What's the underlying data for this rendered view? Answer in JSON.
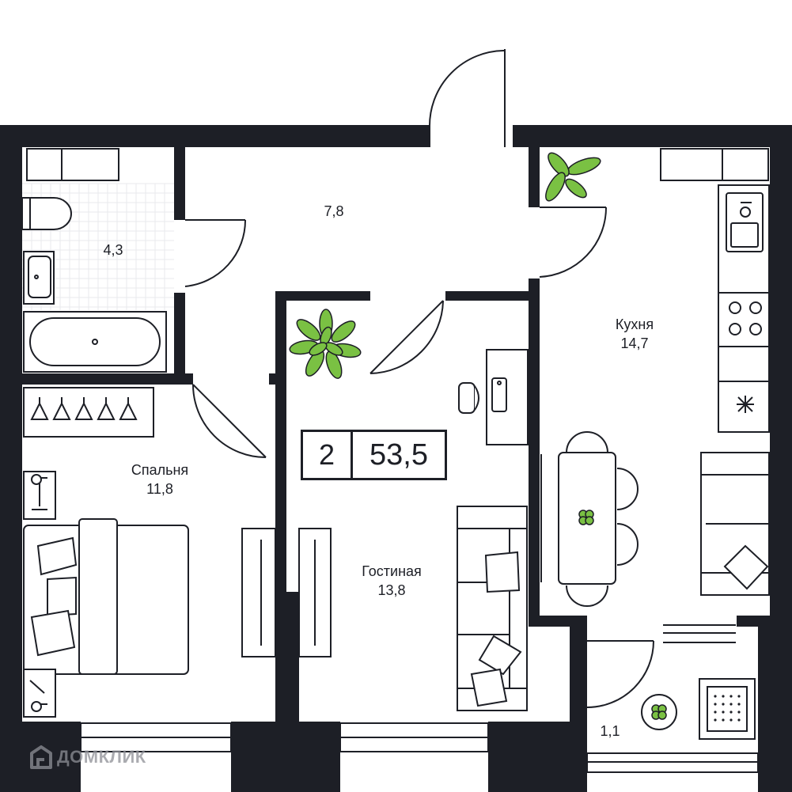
{
  "plan": {
    "rooms_count": "2",
    "total_area": "53,5",
    "rooms": [
      {
        "id": "bathroom",
        "name": "",
        "area": "4,3"
      },
      {
        "id": "hall",
        "name": "",
        "area": "7,8"
      },
      {
        "id": "kitchen",
        "name": "Кухня",
        "area": "14,7"
      },
      {
        "id": "bedroom",
        "name": "Спальня",
        "area": "11,8"
      },
      {
        "id": "living",
        "name": "Гостиная",
        "area": "13,8"
      },
      {
        "id": "balcony",
        "name": "",
        "area": "1,1"
      }
    ]
  },
  "watermark": {
    "text": "ДОМКЛИК",
    "icon": "house-logo-icon"
  },
  "colors": {
    "wall": "#1d1f26",
    "plant": "#7ac143",
    "tile": "#e9eaec",
    "background": "#ffffff"
  }
}
